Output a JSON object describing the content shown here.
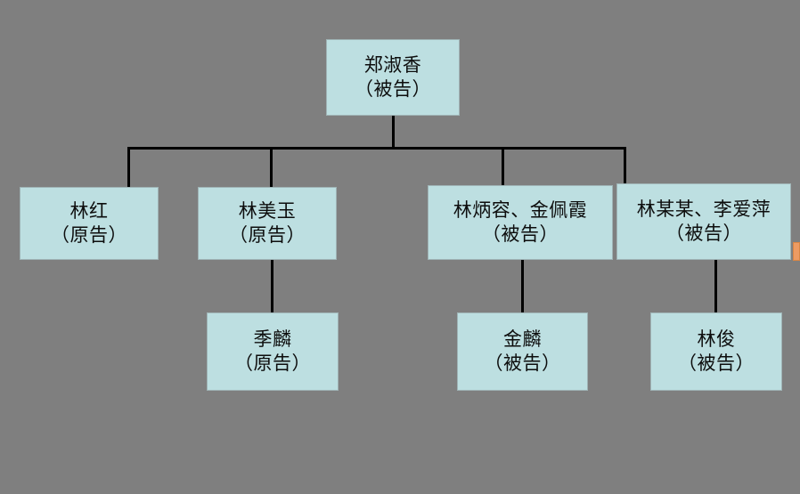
{
  "diagram": {
    "type": "family-relationship-tree",
    "background_color": "#7f7f7f",
    "node_fill_color": "#bddfe1",
    "node_border_color": "#9fb3b5",
    "connector_color": "#000000",
    "marker_color": "#ed9b62"
  },
  "nodes": {
    "root": {
      "name": "郑淑香",
      "role": "（被告）"
    },
    "level2": [
      {
        "name": "林红",
        "role": "（原告）"
      },
      {
        "name": "林美玉",
        "role": "（原告）"
      },
      {
        "name": "林炳容、金佩霞",
        "role": "（被告）"
      },
      {
        "name": "林某某、李爱萍",
        "role": "（被告）"
      }
    ],
    "level3": [
      {
        "name": "季麟",
        "role": "（原告）"
      },
      {
        "name": "金麟",
        "role": "（被告）"
      },
      {
        "name": "林俊",
        "role": "（被告）"
      }
    ]
  }
}
